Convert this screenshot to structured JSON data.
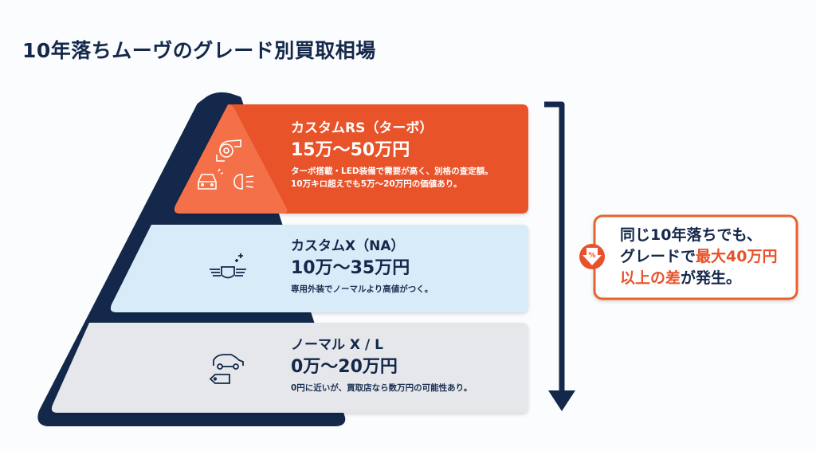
{
  "title": "10年落ちムーヴのグレード別買取相場",
  "colors": {
    "navy": "#13284a",
    "orange": "#e8522a",
    "orange_light": "#f47048",
    "blue_light": "#d8ebf8",
    "gray_light": "#e6e7ea"
  },
  "tiers": [
    {
      "name": "カスタムRS（ターボ）",
      "price": "15万〜50万円",
      "desc_line1": "ターボ搭載・LED装備で需要が高く、別格の査定額。",
      "desc_line2": "10万キロ超えでも5万〜20万円の価値あり。",
      "icons": [
        "turbo-icon",
        "car-front-icon",
        "headlight-icon"
      ]
    },
    {
      "name": "カスタムX（NA）",
      "price": "10万〜35万円",
      "desc_line1": "専用外装でノーマルより高値がつく。",
      "icons": [
        "sparkle-shield-emblem-icon"
      ]
    },
    {
      "name": "ノーマル X / L",
      "price": "0万〜20万円",
      "desc_line1": "0円に近いが、買取店なら数万円の可能性あり。",
      "icons": [
        "car-price-tag-icon"
      ]
    }
  ],
  "callout": {
    "line1": "同じ10年落ちでも、",
    "line2_prefix": "グレードで",
    "line2_accent": "最大40万円",
    "line3_accent": "以上の差",
    "line3_suffix": "が発生。",
    "icon": "percent-down-arrow-icon"
  }
}
